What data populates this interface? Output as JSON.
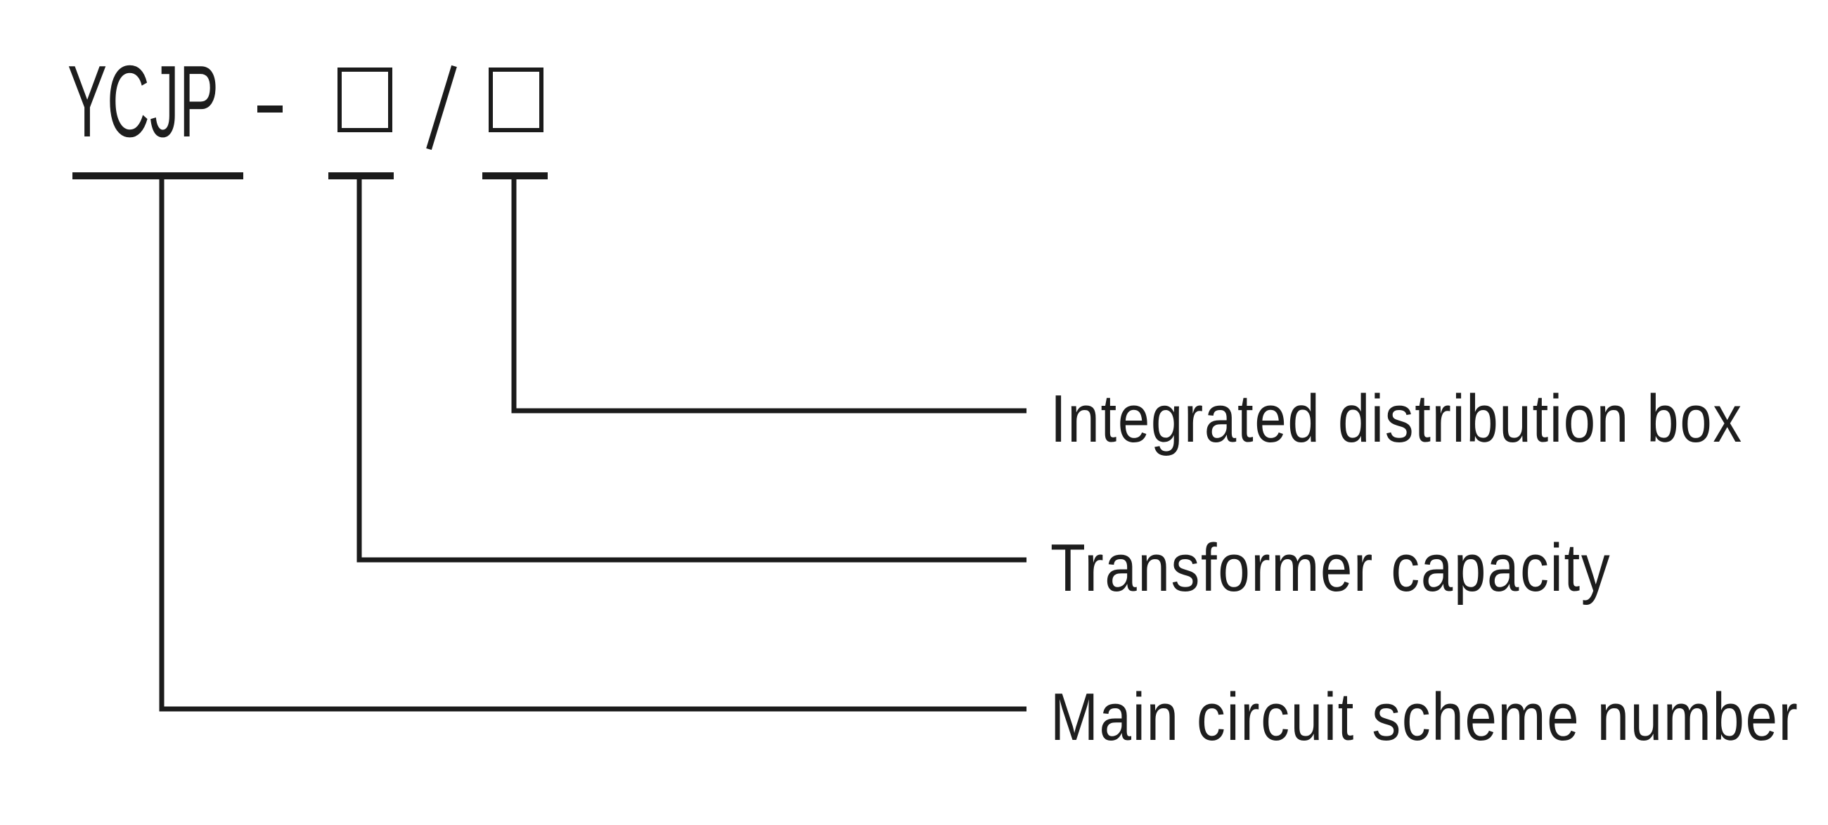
{
  "model_code": {
    "prefix": "YCJP",
    "separator": "-",
    "placeholder_box_1": "□",
    "slash": "/",
    "placeholder_box_2": "□"
  },
  "callouts": [
    {
      "id": "integrated-distribution-box",
      "connects_from": "placeholder-box-2",
      "label": "Integrated distribution box"
    },
    {
      "id": "transformer-capacity",
      "connects_from": "placeholder-box-1",
      "label": "Transformer capacity"
    },
    {
      "id": "main-circuit-scheme-number",
      "connects_from": "prefix",
      "label": "Main circuit scheme number"
    }
  ],
  "colors": {
    "ink": "#1b1b1b",
    "text": "#1d1d1d",
    "background": "#ffffff"
  }
}
